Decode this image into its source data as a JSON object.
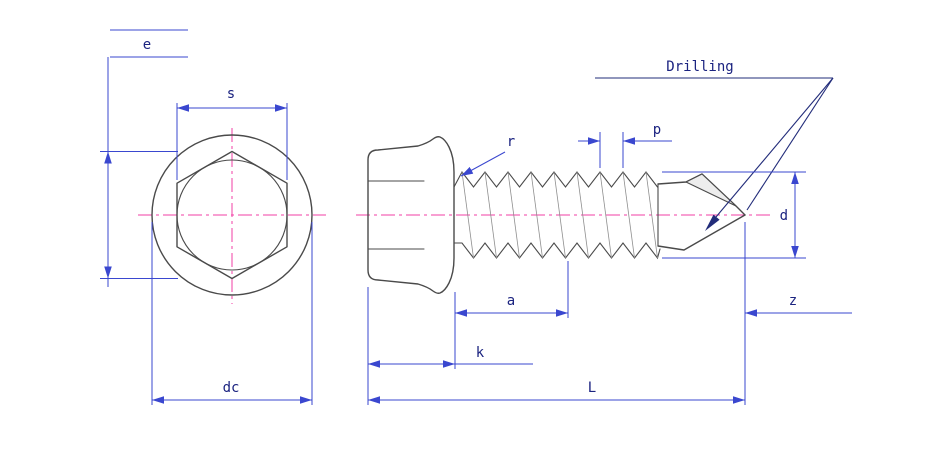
{
  "drawing": {
    "labels": {
      "e": "e",
      "s": "s",
      "dc": "dc",
      "drilling": "Drilling",
      "r": "r",
      "p": "p",
      "d": "d",
      "a": "a",
      "z": "z",
      "k": "k",
      "l": "L"
    },
    "colors": {
      "outline": "#4a4a4a",
      "dimension": "#3a47cf",
      "centerline": "#f23fa6",
      "label": "#1b2380",
      "leader": "#222c7a",
      "background": "#ffffff"
    }
  }
}
